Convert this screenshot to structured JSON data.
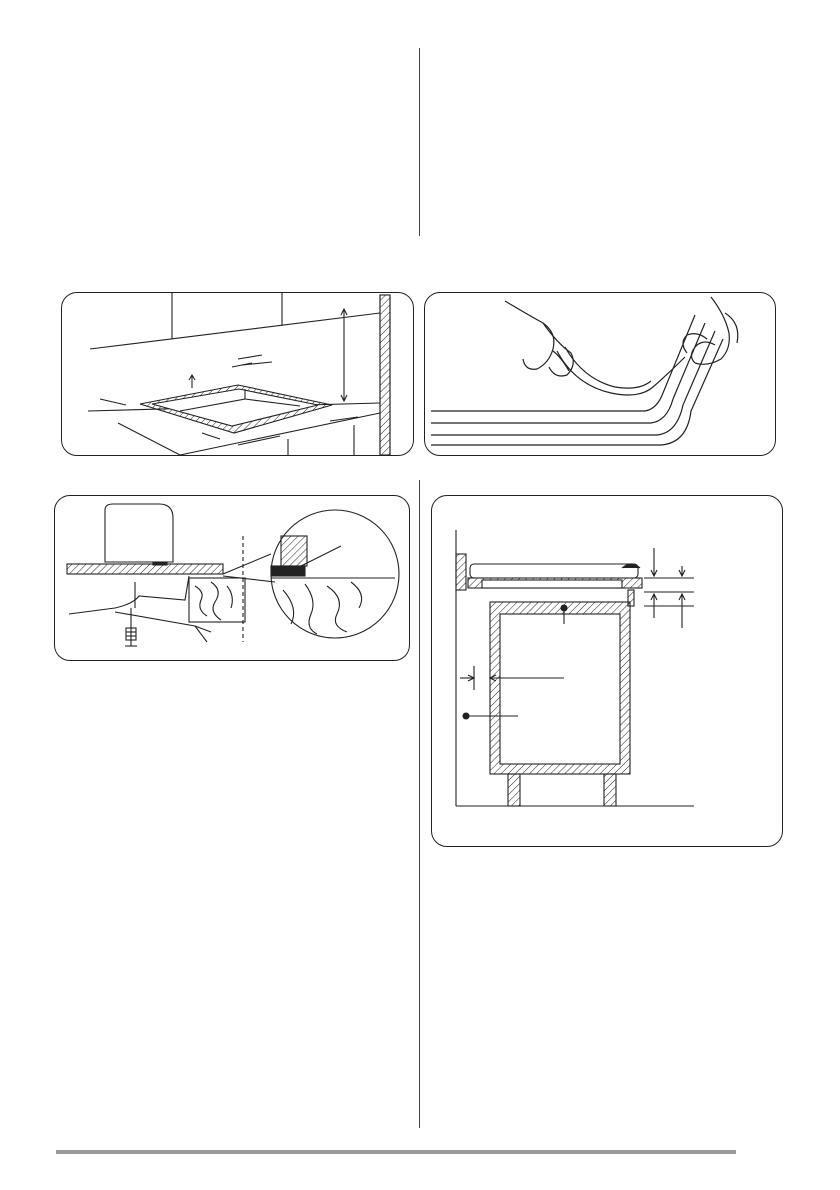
{
  "page": {
    "figures": [
      {
        "id": "cutout-dimensions",
        "icon": "countertop-cutout-diagram"
      },
      {
        "id": "seal-application",
        "icon": "hands-applying-seal-strip"
      },
      {
        "id": "fixing-brackets",
        "icon": "bracket-and-screw-detail"
      },
      {
        "id": "cabinet-clearance",
        "icon": "built-in-cabinet-section"
      }
    ]
  }
}
